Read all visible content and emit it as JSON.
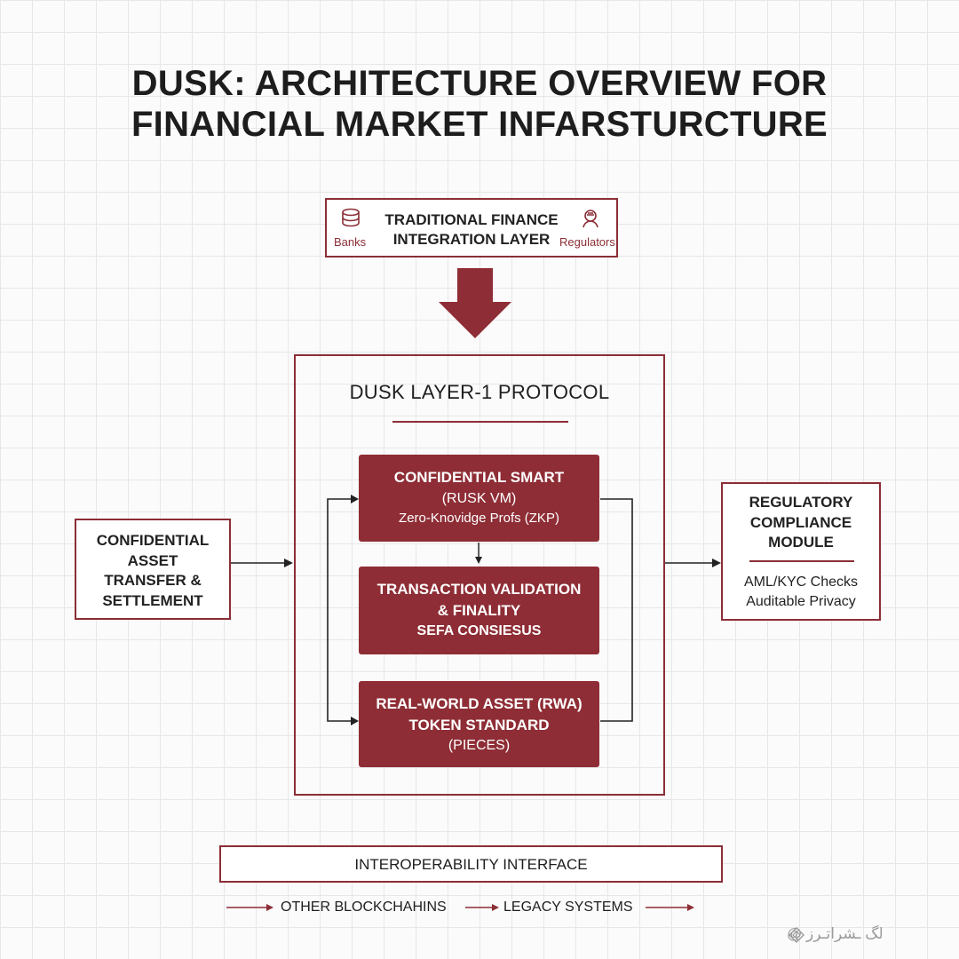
{
  "title": {
    "line1": "DUSK: ARCHITECTURE OVERVIEW FOR",
    "line2": "FINANCIAL MARKET INFARSTURCTURE"
  },
  "integration": {
    "line1": "TRADITIONAL FINANCE",
    "line2": "INTEGRATION LAYER",
    "left_label": "Banks",
    "right_label": "Regulators",
    "left_icon": "database-icon",
    "right_icon": "regulator-icon"
  },
  "protocol": {
    "title": "DUSK LAYER-1 PROTOCOL",
    "blocks": [
      {
        "line1": "CONFIDENTIAL SMART",
        "line2": "(RUSK VM)",
        "line3": "Zero-Knovidge Profs (ZKP)"
      },
      {
        "line1": "TRANSACTION VALIDATION",
        "line2": "& FINALITY",
        "line3": "SEFA CONSIESUS"
      },
      {
        "line1": "REAL-WORLD ASSET (RWA)",
        "line2": "TOKEN STANDARD",
        "line3": "(PIECES)"
      }
    ]
  },
  "left_box": {
    "line1": "CONFIDENTIAL",
    "line2": "ASSET",
    "line3": "TRANSFER &",
    "line4": "SETTLEMENT"
  },
  "right_box": {
    "line1": "REGULATORY",
    "line2": "COMPLIANCE",
    "line3": "MODULE",
    "line4": "AML/KYC Checks",
    "line5": "Auditable Privacy"
  },
  "interop": {
    "label": "INTEROPERABILITY INTERFACE",
    "item1": "OTHER BLOCKCHAHINS",
    "item2": "LEGACY SYSTEMS"
  },
  "watermark": {
    "text": "لگ ـشراتـرز @"
  },
  "colors": {
    "accent": "#8e2d35",
    "text": "#1e1e1e",
    "grid": "#e7e7e7"
  }
}
